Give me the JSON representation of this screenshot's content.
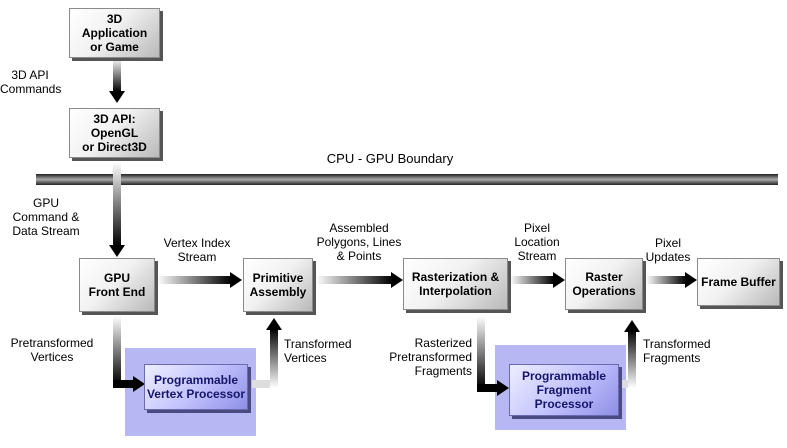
{
  "boxes": {
    "app": "3D\nApplication\nor Game",
    "api": "3D API:\nOpenGL\nor Direct3D",
    "front_end": "GPU\nFront End",
    "primitive_assembly": "Primitive\nAssembly",
    "rasterization": "Rasterization &\nInterpolation",
    "raster_ops": "Raster\nOperations",
    "frame_buffer": "Frame Buffer",
    "vertex_processor": "Programmable\nVertex Processor",
    "fragment_processor": "Programmable\nFragment\nProcessor"
  },
  "labels": {
    "api_commands": "3D API\nCommands",
    "boundary": "CPU - GPU Boundary",
    "gpu_command": "GPU\nCommand &\nData Stream",
    "vertex_index": "Vertex Index\nStream",
    "assembled": "Assembled\nPolygons, Lines\n& Points",
    "pixel_location": "Pixel\nLocation\nStream",
    "pixel_updates": "Pixel\nUpdates",
    "pretransformed_vertices": "Pretransformed\nVertices",
    "transformed_vertices": "Transformed\nVertices",
    "rasterized": "Rasterized\nPretransformed\nFragments",
    "transformed_fragments": "Transformed\nFragments"
  },
  "colors": {
    "programmable_zone": "#b7b7f3",
    "boundary_bar": "#333333",
    "arrow": "#000000"
  }
}
